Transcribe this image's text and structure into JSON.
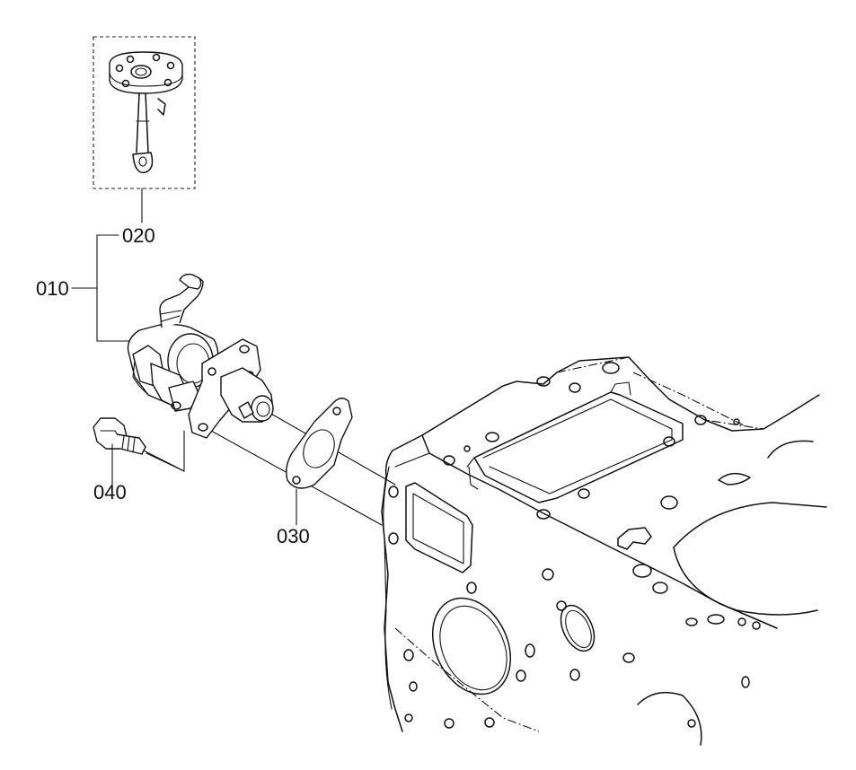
{
  "callouts": [
    {
      "id": "020",
      "text": "020"
    },
    {
      "id": "010",
      "text": "010"
    },
    {
      "id": "040",
      "text": "040"
    },
    {
      "id": "030",
      "text": "030"
    }
  ],
  "colors": {
    "ink": "#111111",
    "background": "#ffffff"
  }
}
